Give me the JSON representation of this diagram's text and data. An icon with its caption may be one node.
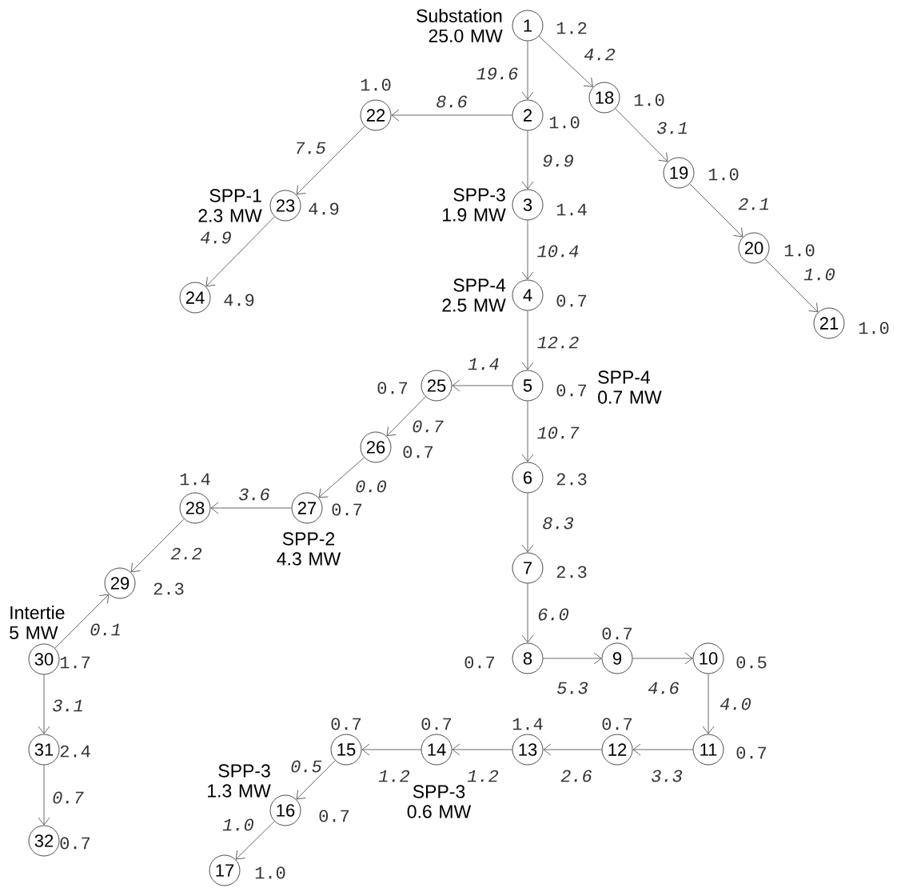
{
  "diagram": {
    "nodes": [
      {
        "text": [
          "1"
        ],
        "beside": [
          "1.2",
          "Substation 25.0 MW"
        ]
      },
      {
        "text": [
          "2"
        ],
        "beside": [
          "1.0"
        ]
      },
      {
        "text": [
          "3"
        ],
        "beside": [
          "1.4",
          "SPP-3 1.9 MW"
        ]
      },
      {
        "text": [
          "4"
        ],
        "beside": [
          "0.7",
          "SPP-4 2.5 MW"
        ]
      },
      {
        "text": [
          "5"
        ],
        "beside": [
          "0.7",
          "SPP-4 0.7 MW"
        ]
      },
      {
        "text": [
          "6"
        ],
        "beside": [
          "2.3"
        ]
      },
      {
        "text": [
          "7"
        ],
        "beside": [
          "2.3"
        ]
      },
      {
        "text": [
          "8"
        ],
        "beside": [
          "0.7"
        ]
      },
      {
        "text": [
          "9"
        ],
        "beside": [
          "0.7"
        ]
      },
      {
        "text": [
          "10"
        ],
        "beside": [
          "0.5"
        ]
      },
      {
        "text": [
          "11"
        ],
        "beside": [
          "0.7"
        ]
      },
      {
        "text": [
          "12"
        ],
        "beside": [
          "0.7"
        ]
      },
      {
        "text": [
          "13"
        ],
        "beside": [
          "1.4"
        ]
      },
      {
        "text": [
          "14"
        ],
        "beside": [
          "0.7",
          "SPP-3 0.6 MW"
        ]
      },
      {
        "text": [
          "15"
        ],
        "beside": [
          "0.7"
        ]
      },
      {
        "text": [
          "16"
        ],
        "beside": [
          "0.7",
          "SPP-3 1.3 MW"
        ]
      },
      {
        "text": [
          "17"
        ],
        "beside": [
          "1.0"
        ]
      },
      {
        "text": [
          "18"
        ],
        "beside": [
          "1.0"
        ]
      },
      {
        "text": [
          "19"
        ],
        "beside": [
          "1.0"
        ]
      },
      {
        "text": [
          "20"
        ],
        "beside": [
          "1.0"
        ]
      },
      {
        "text": [
          "21"
        ],
        "beside": [
          "1.0"
        ]
      },
      {
        "text": [
          "22"
        ],
        "beside": [
          "1.0"
        ]
      },
      {
        "text": [
          "23"
        ],
        "beside": [
          "4.9",
          "SPP-1 2.3 MW"
        ]
      },
      {
        "text": [
          "24"
        ],
        "beside": [
          "4.9"
        ]
      },
      {
        "text": [
          "25"
        ],
        "beside": [
          "0.7"
        ]
      },
      {
        "text": [
          "26"
        ],
        "beside": [
          "0.7"
        ]
      },
      {
        "text": [
          "27"
        ],
        "beside": [
          "0.7",
          "SPP-2 4.3 MW"
        ]
      },
      {
        "text": [
          "28"
        ],
        "beside": [
          "1.4"
        ]
      },
      {
        "text": [
          "29"
        ],
        "beside": [
          "2.3"
        ]
      },
      {
        "text": [
          "30"
        ],
        "beside": [
          "1.7",
          "Intertie 5 MW"
        ]
      },
      {
        "text": [
          "31"
        ],
        "beside": [
          "2.4"
        ]
      },
      {
        "text": [
          "32"
        ],
        "beside": [
          "0.7"
        ]
      }
    ],
    "edges": [
      {
        "from": 0,
        "to": 1,
        "arrow": "to",
        "label": "19.6"
      },
      {
        "from": 0,
        "to": 17,
        "arrow": "to",
        "label": "4.2"
      },
      {
        "from": 1,
        "to": 21,
        "arrow": "to",
        "label": "8.6"
      },
      {
        "from": 1,
        "to": 2,
        "arrow": "to",
        "label": "9.9"
      },
      {
        "from": 17,
        "to": 18,
        "arrow": "to",
        "label": "3.1"
      },
      {
        "from": 21,
        "to": 22,
        "arrow": "to",
        "label": "7.5"
      },
      {
        "from": 2,
        "to": 3,
        "arrow": "to",
        "label": "10.4"
      },
      {
        "from": 18,
        "to": 19,
        "arrow": "to",
        "label": "2.1"
      },
      {
        "from": 22,
        "to": 23,
        "arrow": "to",
        "label": "4.9"
      },
      {
        "from": 19,
        "to": 20,
        "arrow": "to",
        "label": "1.0"
      },
      {
        "from": 3,
        "to": 4,
        "arrow": "to",
        "label": "12.2"
      },
      {
        "from": 4,
        "to": 24,
        "arrow": "to",
        "label": "1.4"
      },
      {
        "from": 24,
        "to": 25,
        "arrow": "to",
        "label": "0.7"
      },
      {
        "from": 4,
        "to": 5,
        "arrow": "to",
        "label": "10.7"
      },
      {
        "from": 25,
        "to": 26,
        "arrow": "to",
        "label": "0.0"
      },
      {
        "from": 26,
        "to": 27,
        "arrow": "to",
        "label": "3.6"
      },
      {
        "from": 5,
        "to": 6,
        "arrow": "to",
        "label": "8.3"
      },
      {
        "from": 27,
        "to": 28,
        "arrow": "to",
        "label": "2.2"
      },
      {
        "from": 6,
        "to": 7,
        "arrow": "to",
        "label": "6.0"
      },
      {
        "from": 29,
        "to": 28,
        "arrow": "to",
        "label": "0.1"
      },
      {
        "from": 29,
        "to": 30,
        "arrow": "to",
        "label": "3.1"
      },
      {
        "from": 7,
        "to": 8,
        "arrow": "to",
        "label": "5.3"
      },
      {
        "from": 8,
        "to": 9,
        "arrow": "to",
        "label": "4.6"
      },
      {
        "from": 9,
        "to": 10,
        "arrow": "to",
        "label": "4.0"
      },
      {
        "from": 10,
        "to": 11,
        "arrow": "to",
        "label": "3.3"
      },
      {
        "from": 11,
        "to": 12,
        "arrow": "to",
        "label": "2.6"
      },
      {
        "from": 12,
        "to": 13,
        "arrow": "to",
        "label": "1.2"
      },
      {
        "from": 13,
        "to": 14,
        "arrow": "to",
        "label": "1.2"
      },
      {
        "from": 14,
        "to": 15,
        "arrow": "to",
        "label": "0.5"
      },
      {
        "from": 15,
        "to": 16,
        "arrow": "to",
        "label": "1.0"
      },
      {
        "from": 30,
        "to": 31,
        "arrow": "to",
        "label": "0.7"
      }
    ]
  }
}
